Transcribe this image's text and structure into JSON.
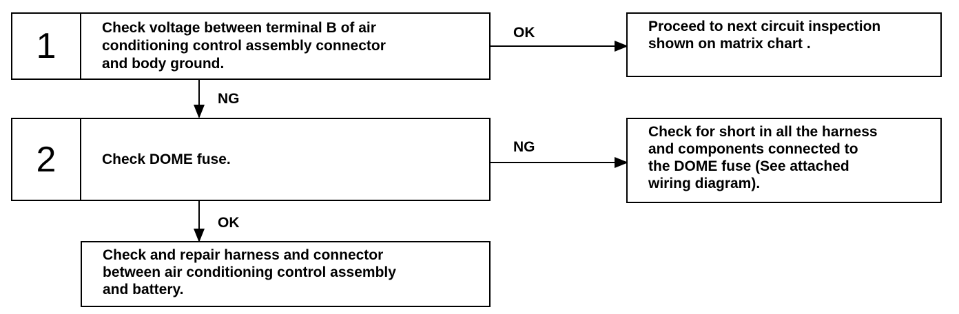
{
  "steps": [
    {
      "number": "1",
      "text": "Check voltage between terminal B of air\nconditioning control assembly connector\nand body ground."
    },
    {
      "number": "2",
      "text": "Check DOME fuse."
    }
  ],
  "results": {
    "step1_ok": "Proceed to next circuit inspection\nshown on matrix chart .",
    "step2_ng": "Check for short in all the harness\nand components connected to\nthe DOME fuse (See attached\nwiring diagram).",
    "final": "Check and repair harness and connector\nbetween air conditioning control assembly\nand battery."
  },
  "labels": {
    "step1_right": "OK",
    "step1_down": "NG",
    "step2_right": "NG",
    "step2_down": "OK"
  }
}
